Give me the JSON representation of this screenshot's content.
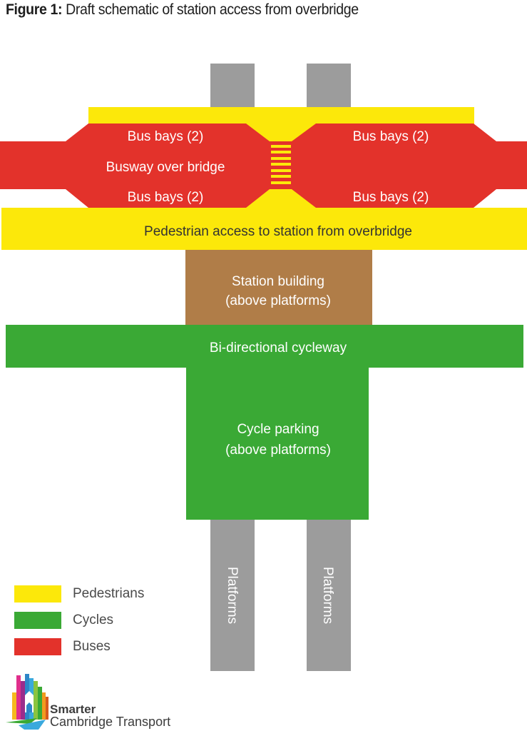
{
  "title": {
    "prefix": "Figure 1:",
    "text": "Draft schematic of station access from overbridge"
  },
  "colors": {
    "pedestrians": "#FCE80A",
    "cycles": "#3AA935",
    "buses": "#E3322B",
    "station": "#B07D48",
    "platforms": "#9C9C9C"
  },
  "zones": {
    "bus_bays_top_left": "Bus bays (2)",
    "bus_bays_top_right": "Bus bays (2)",
    "busway": "Busway over bridge",
    "bus_bays_bottom_left": "Bus bays (2)",
    "bus_bays_bottom_right": "Bus bays (2)",
    "pedestrian_access": "Pedestrian access to station from overbridge",
    "station_building_line1": "Station building",
    "station_building_line2": "(above platforms)",
    "cycleway": "Bi-directional cycleway",
    "cycle_parking_line1": "Cycle parking",
    "cycle_parking_line2": "(above platforms)",
    "platform_left": "Platforms",
    "platform_right": "Platforms"
  },
  "legend": [
    {
      "label": "Pedestrians",
      "color": "#FCE80A"
    },
    {
      "label": "Cycles",
      "color": "#3AA935"
    },
    {
      "label": "Buses",
      "color": "#E3322B"
    }
  ],
  "logo": {
    "line1": "Smarter",
    "line2": "Cambridge Transport"
  }
}
